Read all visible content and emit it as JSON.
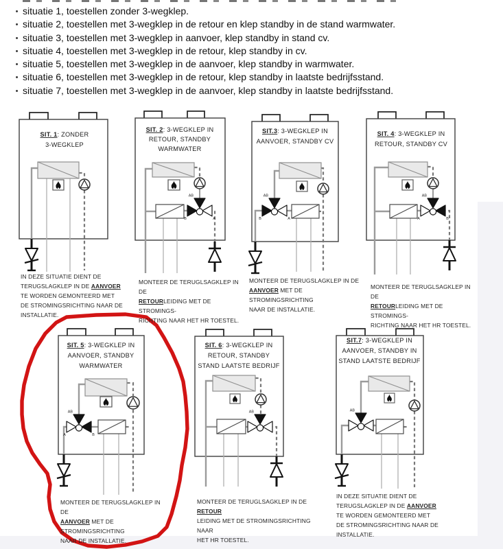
{
  "page": {
    "background": "#ffffff",
    "page_edge_color": "#f3f3f7",
    "annotation_color": "#d21414"
  },
  "intro_list": {
    "items": [
      "situatie 1, toestellen zonder 3-wegklep.",
      "situatie 2, toestellen met 3-wegklep in de retour en klep standby in de stand warmwater.",
      "situatie 3, toestellen met 3-wegklep in aanvoer, klep standby in stand cv.",
      "situatie 4, toestellen met 3-wegklep in de retour, klep standby in cv.",
      "situatie 5, toestellen met 3-wegklep in de aanvoer, klep standby in warmwater.",
      "situatie 6, toestellen met 3-wegklep in de retour, klep standby in laatste bedrijfsstand.",
      "situatie 7, toestellen met 3-wegklep in de aanvoer, klep standby in laatste bedrijfsstand."
    ]
  },
  "icons": {
    "flame": "burner-flame-icon",
    "pump": "circulation-pump-icon",
    "three_way_valve": "three-way-valve-icon",
    "check_valve": "check-valve-icon",
    "heat_exchanger": "heat-exchanger",
    "secondary_exchanger": "secondary-exchanger"
  },
  "annotation": {
    "shape": "hand-drawn-circle",
    "target": "sit5",
    "color": "#d21414"
  },
  "situations": [
    {
      "id": "sit1",
      "title": {
        "label": "SIT. 1",
        "first": ": ZONDER",
        "rest": [
          "3-WEGKLEP"
        ]
      },
      "valve": null,
      "secondary_exchanger": false,
      "check_valve": {
        "side": "left"
      },
      "caption": [
        [
          {
            "t": "IN DEZE SITUATIE DIENT DE"
          }
        ],
        [
          {
            "t": "TERUGSLAGKLEP IN DE "
          },
          {
            "t": "AANVOER",
            "u": true
          }
        ],
        [
          {
            "t": "TE WORDEN GEMONTEERD MET"
          }
        ],
        [
          {
            "t": "DE STROMINGSRICHTING NAAR DE"
          }
        ],
        [
          {
            "t": "INSTALLATIE."
          }
        ]
      ]
    },
    {
      "id": "sit2",
      "title": {
        "label": "SIT. 2",
        "first": ": 3-WEGKLEP IN",
        "rest": [
          "RETOUR, STANDBY",
          "WARMWATER"
        ]
      },
      "valve": {
        "side": "right",
        "ports": {
          "top": "black",
          "left": "black",
          "right": "white"
        },
        "labels": {
          "top": "AB",
          "left": "B",
          "right": "A"
        }
      },
      "secondary_exchanger": true,
      "check_valve": {
        "side": "right"
      },
      "caption": [
        [
          {
            "t": "MONTEER DE TERUGLSAGKLEP IN DE"
          }
        ],
        [
          {
            "t": "RETOUR",
            "u": true
          },
          {
            "t": "LEIDING MET DE STROMINGS-"
          }
        ],
        [
          {
            "t": "RICHTING NAAR HET HR TOESTEL."
          }
        ]
      ]
    },
    {
      "id": "sit3",
      "title": {
        "label": "SIT.3",
        "first": ": 3-WEGKLEP IN",
        "rest": [
          "AANVOER, STANDBY CV"
        ]
      },
      "valve": {
        "side": "left",
        "ports": {
          "top": "black",
          "left": "black",
          "right": "white"
        },
        "labels": {
          "top": "AB",
          "left": "B",
          "right": "A"
        }
      },
      "secondary_exchanger": true,
      "check_valve": {
        "side": "left"
      },
      "caption": [
        [
          {
            "t": "MONTEER DE TERUGSLAGKLEP IN DE"
          }
        ],
        [
          {
            "t": "AANVOER",
            "u": true
          },
          {
            "t": " MET DE STROMINGSRICHTING"
          }
        ],
        [
          {
            "t": "NAAR DE INSTALLATIE."
          }
        ]
      ]
    },
    {
      "id": "sit4",
      "title": {
        "label": "SIT. 4",
        "first": ": 3-WEGKLEP IN",
        "rest": [
          "RETOUR, STANDBY CV"
        ]
      },
      "valve": {
        "side": "right",
        "ports": {
          "top": "black",
          "left": "white",
          "right": "black"
        },
        "labels": {
          "top": "AB",
          "left": "A",
          "right": "B"
        }
      },
      "secondary_exchanger": true,
      "check_valve": {
        "side": "right"
      },
      "caption": [
        [
          {
            "t": "MONTEER DE TERUGLSAGKLEP IN DE"
          }
        ],
        [
          {
            "t": "RETOUR",
            "u": true
          },
          {
            "t": "LEIDING MET DE STROMINGS-"
          }
        ],
        [
          {
            "t": "RICHTING NAAR HET HR TOESTEL."
          }
        ]
      ]
    },
    {
      "id": "sit5",
      "title": {
        "label": "SIT. 5",
        "first": ": 3-WEGKLEP IN",
        "rest": [
          "AANVOER, STANDBY",
          "WARMWATER"
        ]
      },
      "valve": {
        "side": "left",
        "ports": {
          "top": "black",
          "left": "white",
          "right": "black"
        },
        "labels": {
          "top": "AB",
          "left": "A",
          "right": "B"
        }
      },
      "secondary_exchanger": true,
      "check_valve": {
        "side": "left"
      },
      "caption": [
        [
          {
            "t": "MONTEER DE TERUGSLAGKLEP IN DE"
          }
        ],
        [
          {
            "t": "AANVOER",
            "u": true
          },
          {
            "t": " MET DE STROMINGSRICHTING"
          }
        ],
        [
          {
            "t": "NAAR DE INSTALLATIE."
          }
        ]
      ]
    },
    {
      "id": "sit6",
      "title": {
        "label": "SIT. 6",
        "first": ": 3-WEGKLEP IN",
        "rest": [
          "RETOUR, STANDBY",
          "STAND LAATSTE BEDRIJF"
        ]
      },
      "valve": {
        "side": "right",
        "ports": {
          "top": "black",
          "left": "white",
          "right": "white"
        },
        "labels": {
          "top": "AB",
          "left": "",
          "right": ""
        }
      },
      "secondary_exchanger": true,
      "check_valve": {
        "side": "right"
      },
      "caption": [
        [
          {
            "t": "MONTEER DE TERUGLSAGKLEP IN DE "
          },
          {
            "t": "RETOUR",
            "u": true
          }
        ],
        [
          {
            "t": "LEIDING MET DE STROMINGSRICHTING NAAR"
          }
        ],
        [
          {
            "t": "HET HR TOESTEL."
          }
        ]
      ]
    },
    {
      "id": "sit7",
      "title": {
        "label": "SIT.7",
        "first": ": 3-WEGKLEP IN",
        "rest": [
          "AANVOER, STANDBY IN",
          "STAND LAATSTE BEDRIJF"
        ]
      },
      "valve": {
        "side": "left",
        "ports": {
          "top": "black",
          "left": "white",
          "right": "white"
        },
        "labels": {
          "top": "AB",
          "left": "",
          "right": ""
        }
      },
      "secondary_exchanger": true,
      "check_valve": {
        "side": "left"
      },
      "caption": [
        [
          {
            "t": "IN DEZE SITUATIE DIENT DE"
          }
        ],
        [
          {
            "t": "TERUGSLAGKLEP IN DE "
          },
          {
            "t": "AANVOER",
            "u": true
          }
        ],
        [
          {
            "t": "TE WORDEN GEMONTEERD MET"
          }
        ],
        [
          {
            "t": "DE STROMINGSRICHTING NAAR DE"
          }
        ],
        [
          {
            "t": "INSTALLATIE."
          }
        ]
      ]
    }
  ]
}
